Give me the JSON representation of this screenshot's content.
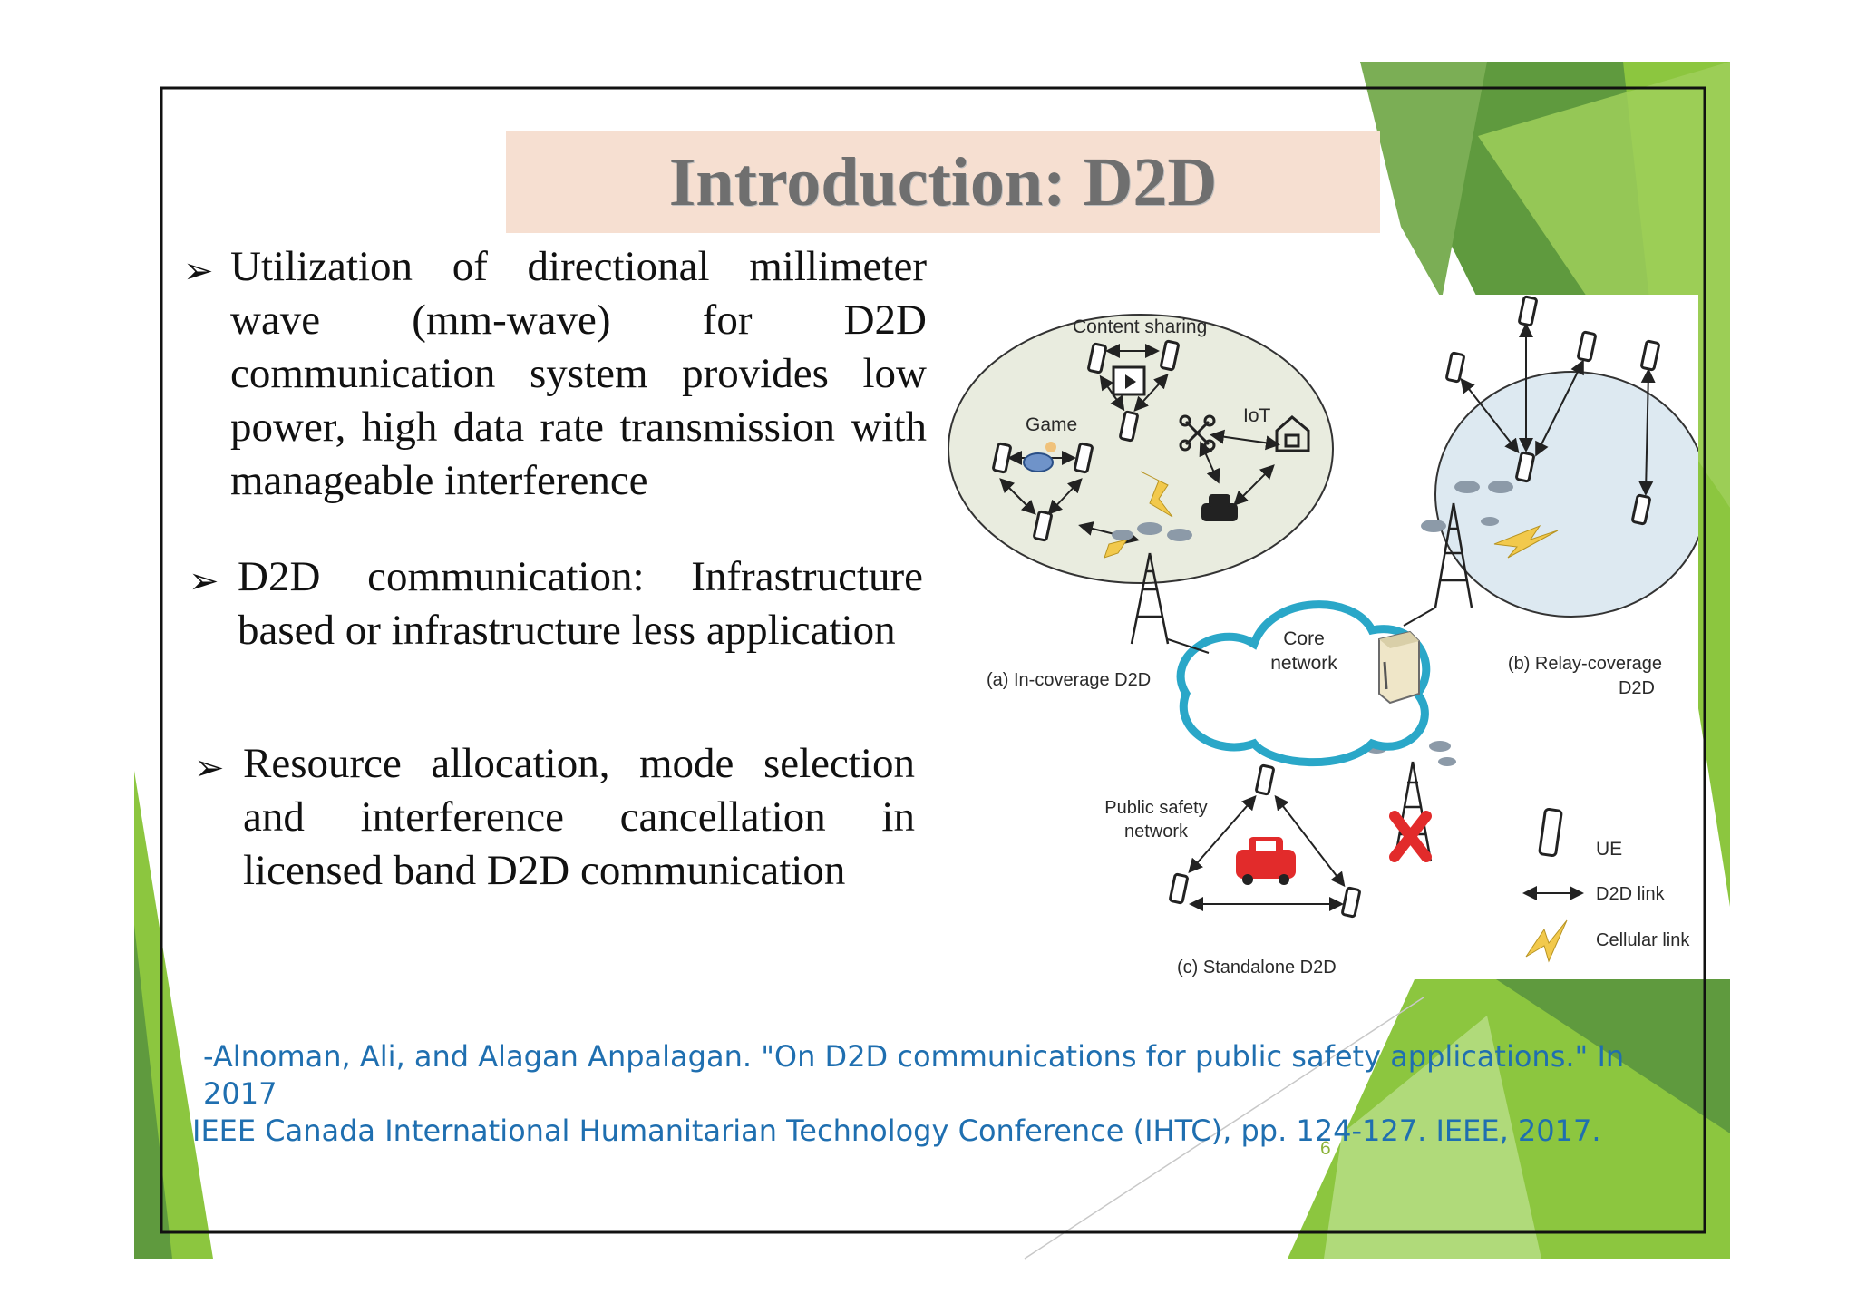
{
  "slide": {
    "title": "Introduction: D2D",
    "page_number": "6",
    "colors": {
      "title_bg": "#f6dfd1",
      "title_text": "#6f6f6f",
      "accent_green": "#8cc63f",
      "dark_green": "#5c9a3c",
      "reference_text": "#1f6fb0"
    }
  },
  "bullets": [
    {
      "icon": "arrow-bullet-icon",
      "text": "Utilization of directional millimeter wave (mm-wave) for D2D communication system provides low power, high data rate transmission with manageable interference"
    },
    {
      "icon": "arrow-bullet-icon",
      "text": "D2D communication: Infrastructure based or infrastructure less application"
    },
    {
      "icon": "arrow-bullet-icon",
      "text": "Resource allocation, mode selection and interference cancellation in licensed band D2D communication"
    }
  ],
  "reference": {
    "line1": "-Alnoman, Ali, and Alagan Anpalagan. \"On D2D communications for public safety applications.\" In 2017",
    "line2": "IEEE Canada International Humanitarian Technology Conference (IHTC), pp. 124-127. IEEE, 2017."
  },
  "diagram": {
    "content_sharing": "Content sharing",
    "game": "Game",
    "iot": "IoT",
    "core_network_l1": "Core",
    "core_network_l2": "network",
    "in_coverage": "(a) In-coverage D2D",
    "relay_l1": "(b) Relay-coverage",
    "relay_l2": "D2D",
    "public_safety_l1": "Public safety",
    "public_safety_l2": "network",
    "standalone": "(c) Standalone D2D",
    "legend_ue": "UE",
    "legend_d2d": "D2D link",
    "legend_cellular": "Cellular link"
  }
}
